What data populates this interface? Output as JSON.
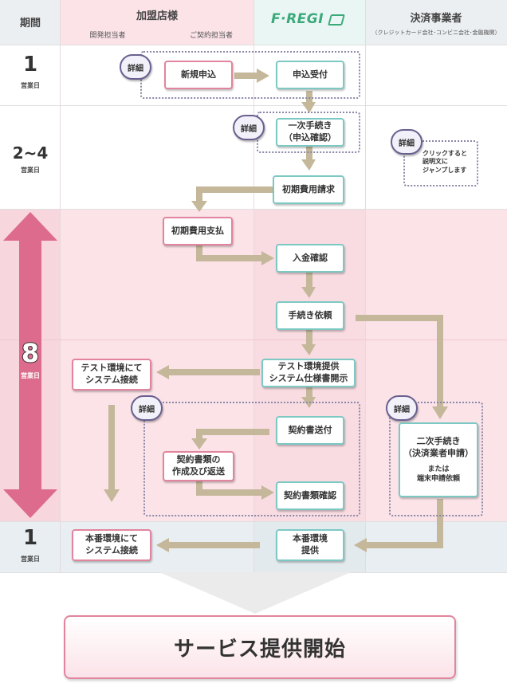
{
  "header": {
    "period_label": "期間",
    "merchant_label": "加盟店様",
    "merchant_dev": "開発担当者",
    "merchant_contract": "ご契約担当者",
    "fregi_logo": "F·REGI",
    "payment_label": "決済事業者",
    "payment_sub": "（クレジットカード会社･コンビニ会社･金融機関）"
  },
  "periods": [
    {
      "num": "1",
      "unit": "営業日"
    },
    {
      "num": "2~4",
      "unit": "営業日"
    },
    {
      "num": "8",
      "unit": "営業日"
    },
    {
      "num": "1",
      "unit": "営業日"
    }
  ],
  "detail_label": "詳細",
  "hint_text": "クリックすると\n説明文に\nジャンプします",
  "steps": {
    "new_application": "新規申込",
    "application_received": "申込受付",
    "first_procedure": "一次手続き\n（申込確認）",
    "initial_fee_request": "初期費用請求",
    "initial_fee_payment": "初期費用支払",
    "payment_confirmation": "入金確認",
    "procedure_request": "手続き依頼",
    "test_env_provision": "テスト環境提供\nシステム仕様書開示",
    "test_env_connect": "テスト環境にて\nシステム接続",
    "contract_sent": "契約書送付",
    "contract_create_return": "契約書類の\n作成及び返送",
    "contract_confirm": "契約書類確認",
    "second_procedure_title": "二次手続き\n（決済業者申請）",
    "second_procedure_sub": "または\n端末申請依頼",
    "prod_env_provision": "本番環境\n提供",
    "prod_env_connect": "本番環境にて\nシステム接続"
  },
  "service_start": "サービス提供開始",
  "colors": {
    "pink_header": "#fbe3e8",
    "pink_band": "#fbe3e8",
    "blue_band": "#e8eef2",
    "arrow": "#c4b79a",
    "big_arrow": "#dd6b8e",
    "box_pink": "#e2849d",
    "box_teal": "#7cc9c4"
  }
}
